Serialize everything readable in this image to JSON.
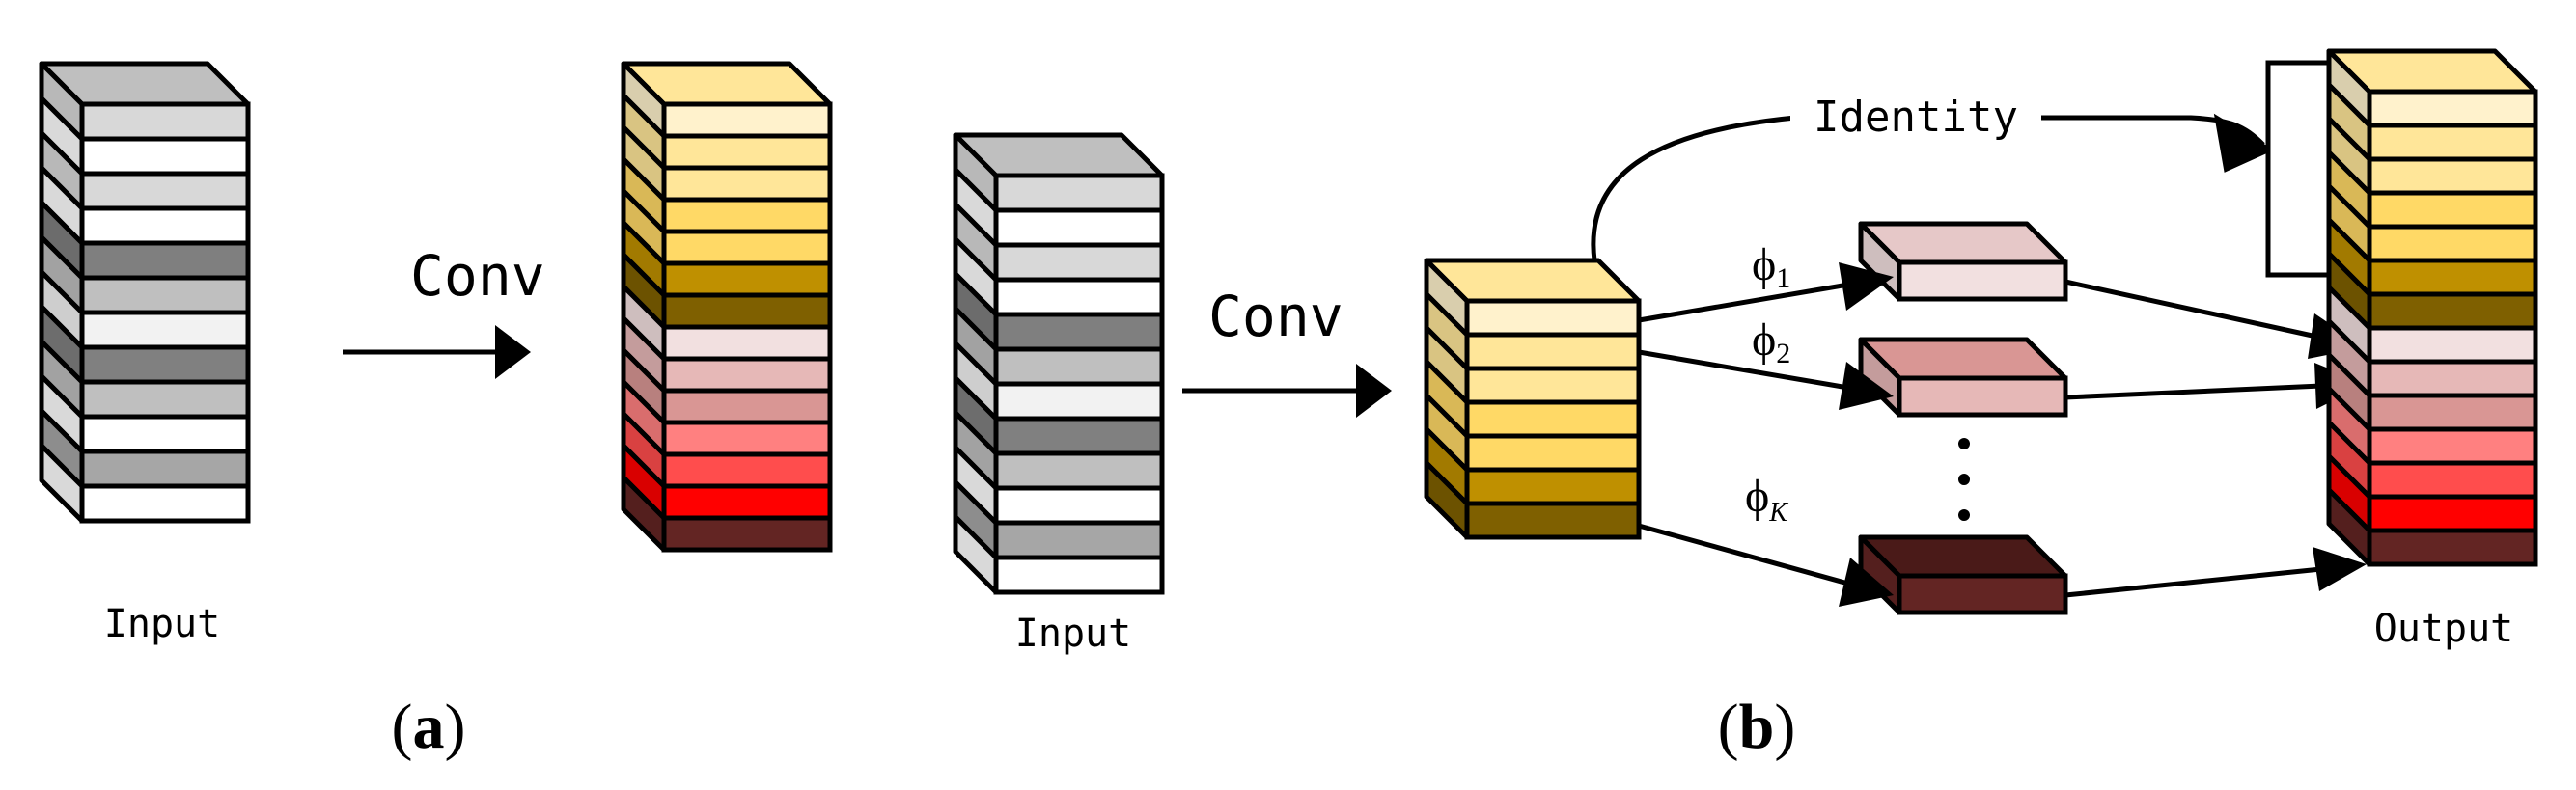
{
  "labels": {
    "conv_a": "Conv",
    "conv_b": "Conv",
    "input_a": "Input",
    "input_b": "Input",
    "output": "Output",
    "identity": "Identity",
    "phi1": "ϕ",
    "phi1_sub": "1",
    "phi2": "ϕ",
    "phi2_sub": "2",
    "phiK": "ϕ",
    "phiK_sub": "K",
    "panel_a_open": "(",
    "panel_a_letter": "a",
    "panel_a_close": ")",
    "panel_b_open": "(",
    "panel_b_letter": "b",
    "panel_b_close": ")",
    "ellipsis": "⋮"
  },
  "colors": {
    "input_layers": [
      "#d8d8d8",
      "#ffffff",
      "#d8d8d8",
      "#ffffff",
      "#7f7f7f",
      "#bfbfbf",
      "#f2f2f2",
      "#808080",
      "#bfbfbf",
      "#ffffff",
      "#a6a6a6",
      "#ffffff"
    ],
    "input_top": "#bfbfbf",
    "output_layers": [
      "#fff2cc",
      "#ffe699",
      "#ffe699",
      "#ffd966",
      "#ffd966",
      "#bf9000",
      "#7f6000",
      "#f2e0e0",
      "#e6b8b7",
      "#d99694",
      "#ff8080",
      "#ff4d4d",
      "#ff0000",
      "#632523"
    ],
    "output_top": "#ffe699",
    "mid_layers": [
      "#fff2cc",
      "#ffe699",
      "#ffe699",
      "#ffd966",
      "#ffd966",
      "#bf9000",
      "#7f6000"
    ],
    "mid_top": "#ffe699",
    "phi1_block": "#f2e0e0",
    "phi1_top": "#e6c8c8",
    "phi2_block": "#e6b8b7",
    "phi2_top": "#d99694",
    "phiK_block": "#632523",
    "phiK_top": "#4a1a18",
    "stroke": "#000000"
  }
}
